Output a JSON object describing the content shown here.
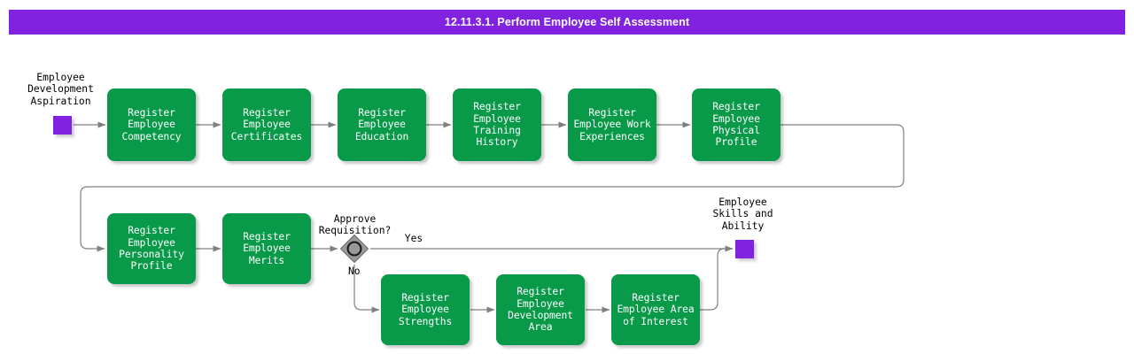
{
  "header": {
    "title": "12.11.3.1. Perform Employee Self Assessment",
    "bar_color": "#8022e0",
    "text_color": "#ffffff"
  },
  "theme": {
    "task_fill": "#089949",
    "task_text": "#ffffff",
    "data_object_fill": "#8022e0",
    "gateway_fill": "#999999",
    "connector_color": "#808080",
    "canvas_background": "#ffffff"
  },
  "diagram": {
    "type": "bpmn-process-flow",
    "start_data_object": {
      "name": "start-data-object",
      "label": "Employee\nDevelopment\nAspiration",
      "shape": "data-object-square"
    },
    "end_data_object": {
      "name": "end-data-object",
      "label": "Employee\nSkills and\nAbility",
      "shape": "data-object-square"
    },
    "gateway": {
      "name": "approve-requisition-gateway",
      "label": "Approve\nRequisition?",
      "shape": "diamond-with-circle",
      "branch_yes": "Yes",
      "branch_no": "No"
    },
    "tasks": [
      {
        "id": "t1",
        "label": "Register\nEmployee\nCompetency",
        "row": "top"
      },
      {
        "id": "t2",
        "label": "Register\nEmployee\nCertificates",
        "row": "top"
      },
      {
        "id": "t3",
        "label": "Register\nEmployee\nEducation",
        "row": "top"
      },
      {
        "id": "t4",
        "label": "Register\nEmployee\nTraining History",
        "row": "top"
      },
      {
        "id": "t5",
        "label": "Register\nEmployee Work\nExperiences",
        "row": "top"
      },
      {
        "id": "t6",
        "label": "Register\nEmployee\nPhysical Profile",
        "row": "top"
      },
      {
        "id": "t7",
        "label": "Register\nEmployee\nPersonality\nProfile",
        "row": "middle"
      },
      {
        "id": "t8",
        "label": "Register\nEmployee Merits",
        "row": "middle"
      },
      {
        "id": "t9",
        "label": "Register\nEmployee\nStrengths",
        "row": "bottom"
      },
      {
        "id": "t10",
        "label": "Register\nEmployee\nDevelopment\nArea",
        "row": "bottom"
      },
      {
        "id": "t11",
        "label": "Register\nEmployee Area\nof Interest",
        "row": "bottom"
      }
    ],
    "sequence": [
      "start-data-object -> t1",
      "t1 -> t2",
      "t2 -> t3",
      "t3 -> t4",
      "t4 -> t5",
      "t5 -> t6",
      "t6 -> t7 (wrap right, down, left)",
      "t7 -> t8",
      "t8 -> approve-requisition-gateway",
      "approve-requisition-gateway -Yes-> end-data-object",
      "approve-requisition-gateway -No-> t9",
      "t9 -> t10",
      "t10 -> t11",
      "t11 -> end-data-object (right, up)"
    ]
  }
}
